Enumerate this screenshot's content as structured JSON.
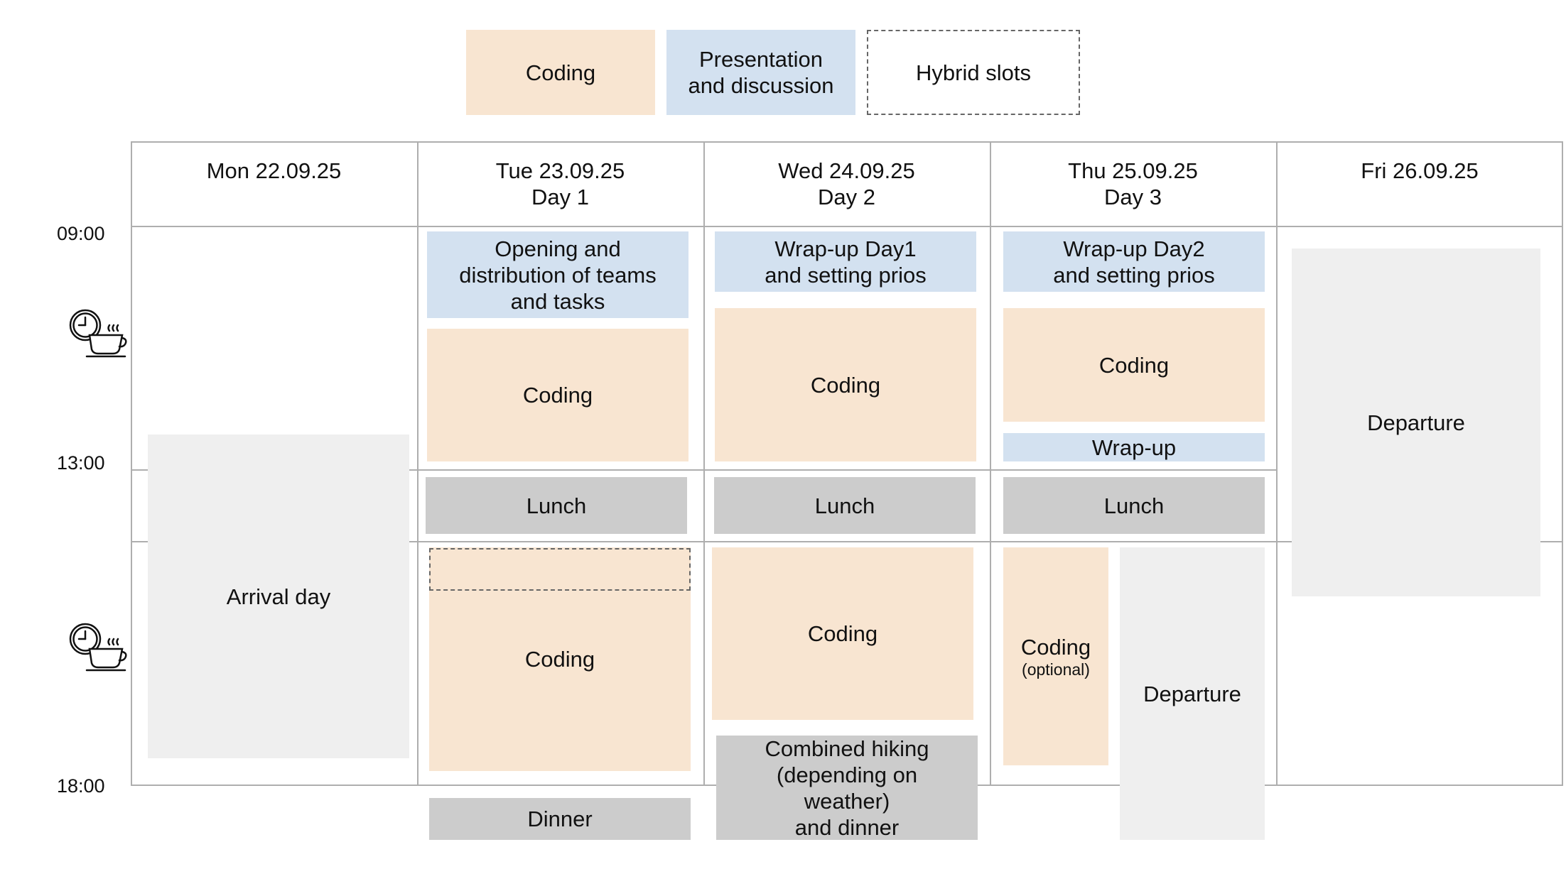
{
  "legend": {
    "coding": "Coding",
    "presentation": "Presentation\nand discussion",
    "hybrid": "Hybrid slots"
  },
  "days": [
    {
      "date": "Mon 22.09.25",
      "label": ""
    },
    {
      "date": "Tue 23.09.25",
      "label": "Day 1"
    },
    {
      "date": "Wed 24.09.25",
      "label": "Day 2"
    },
    {
      "date": "Thu 25.09.25",
      "label": "Day 3"
    },
    {
      "date": "Fri 26.09.25",
      "label": ""
    }
  ],
  "times": [
    "09:00",
    "13:00",
    "18:00"
  ],
  "icons": [
    "coffee-break-icon",
    "coffee-break-icon"
  ],
  "colors": {
    "coding": "#f8e5d1",
    "presentation": "#d3e1f0",
    "meal": "#cccccc",
    "travel": "#efefef",
    "grid": "#aeaeae"
  },
  "mon": {
    "arrival": "Arrival day"
  },
  "tue": {
    "opening": "Opening and\ndistribution of teams\nand tasks",
    "coding_am": "Coding",
    "lunch": "Lunch",
    "coding_pm": "Coding",
    "dinner": "Dinner"
  },
  "wed": {
    "wrapup": "Wrap-up Day1\nand setting prios",
    "coding_am": "Coding",
    "lunch": "Lunch",
    "coding_pm": "Coding",
    "hiking": "Combined hiking\n(depending on\nweather)\nand dinner"
  },
  "thu": {
    "wrapup": "Wrap-up Day2\nand setting prios",
    "coding_am": "Coding",
    "wrapup_short": "Wrap-up",
    "lunch": "Lunch",
    "coding_pm": "Coding",
    "optional": "(optional)",
    "departure": "Departure"
  },
  "fri": {
    "departure": "Departure"
  }
}
